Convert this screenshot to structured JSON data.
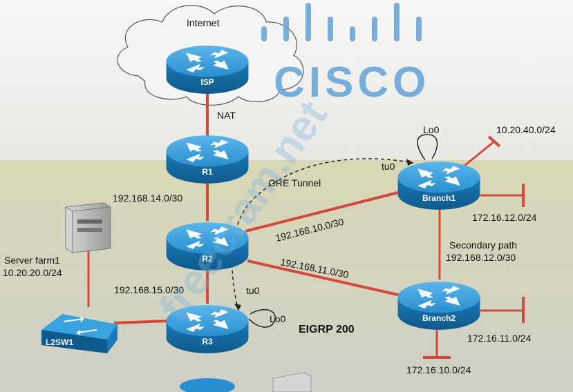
{
  "brand": {
    "logo_text": "CISCO",
    "watermark": "freecram.net",
    "colors": {
      "logo": "#6aa8d8",
      "router": "#1e88c8",
      "link": "#d44a3a"
    }
  },
  "labels": {
    "internet": "Internet",
    "nat": "NAT",
    "gre_tunnel": "GRE Tunnel",
    "net_r1_r2": "192.168.14.0/30",
    "net_r2_r3": "192.168.15.0/30",
    "net_r2_b1": "192.168.10.0/30",
    "net_r2_b2": "192.168.11.0/30",
    "secondary_path": "Secondary path",
    "net_b1_b2": "192.168.12.0/30",
    "server_farm": "Server farm1",
    "server_net": "10.20.20.0/24",
    "net_b1_top": "10.20.40.0/24",
    "net_b1_right": "172.16.12.0/24",
    "net_b2_right": "172.16.11.0/24",
    "net_b2_bottom": "172.16.10.0/24",
    "eigrp": "EIGRP 200",
    "lo0_branch1": "Lo0",
    "lo0_r3": "Lo0",
    "tu0_branch1": "tu0",
    "tu0_r3": "tu0"
  },
  "devices": {
    "isp": "ISP",
    "r1": "R1",
    "r2": "R2",
    "r3": "R3",
    "branch1": "Branch1",
    "branch2": "Branch2",
    "l2sw1": "L2SW1"
  }
}
